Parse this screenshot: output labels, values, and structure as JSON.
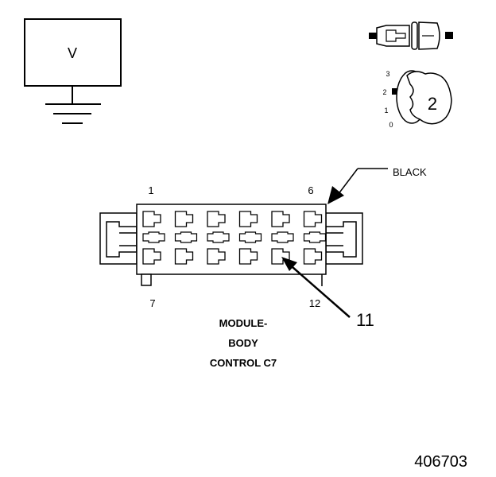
{
  "meter": {
    "label": "V"
  },
  "dial": {
    "marks": [
      "3",
      "2",
      "1",
      "0"
    ],
    "setting": "2"
  },
  "connector": {
    "color_label": "BLACK",
    "pin_labels": {
      "top_left": "1",
      "top_right": "6",
      "bottom_left": "7",
      "bottom_right": "12"
    },
    "probe_pin": "11",
    "title_lines": [
      "MODULE-",
      "BODY",
      "CONTROL C7"
    ]
  },
  "figure_number": "406703"
}
